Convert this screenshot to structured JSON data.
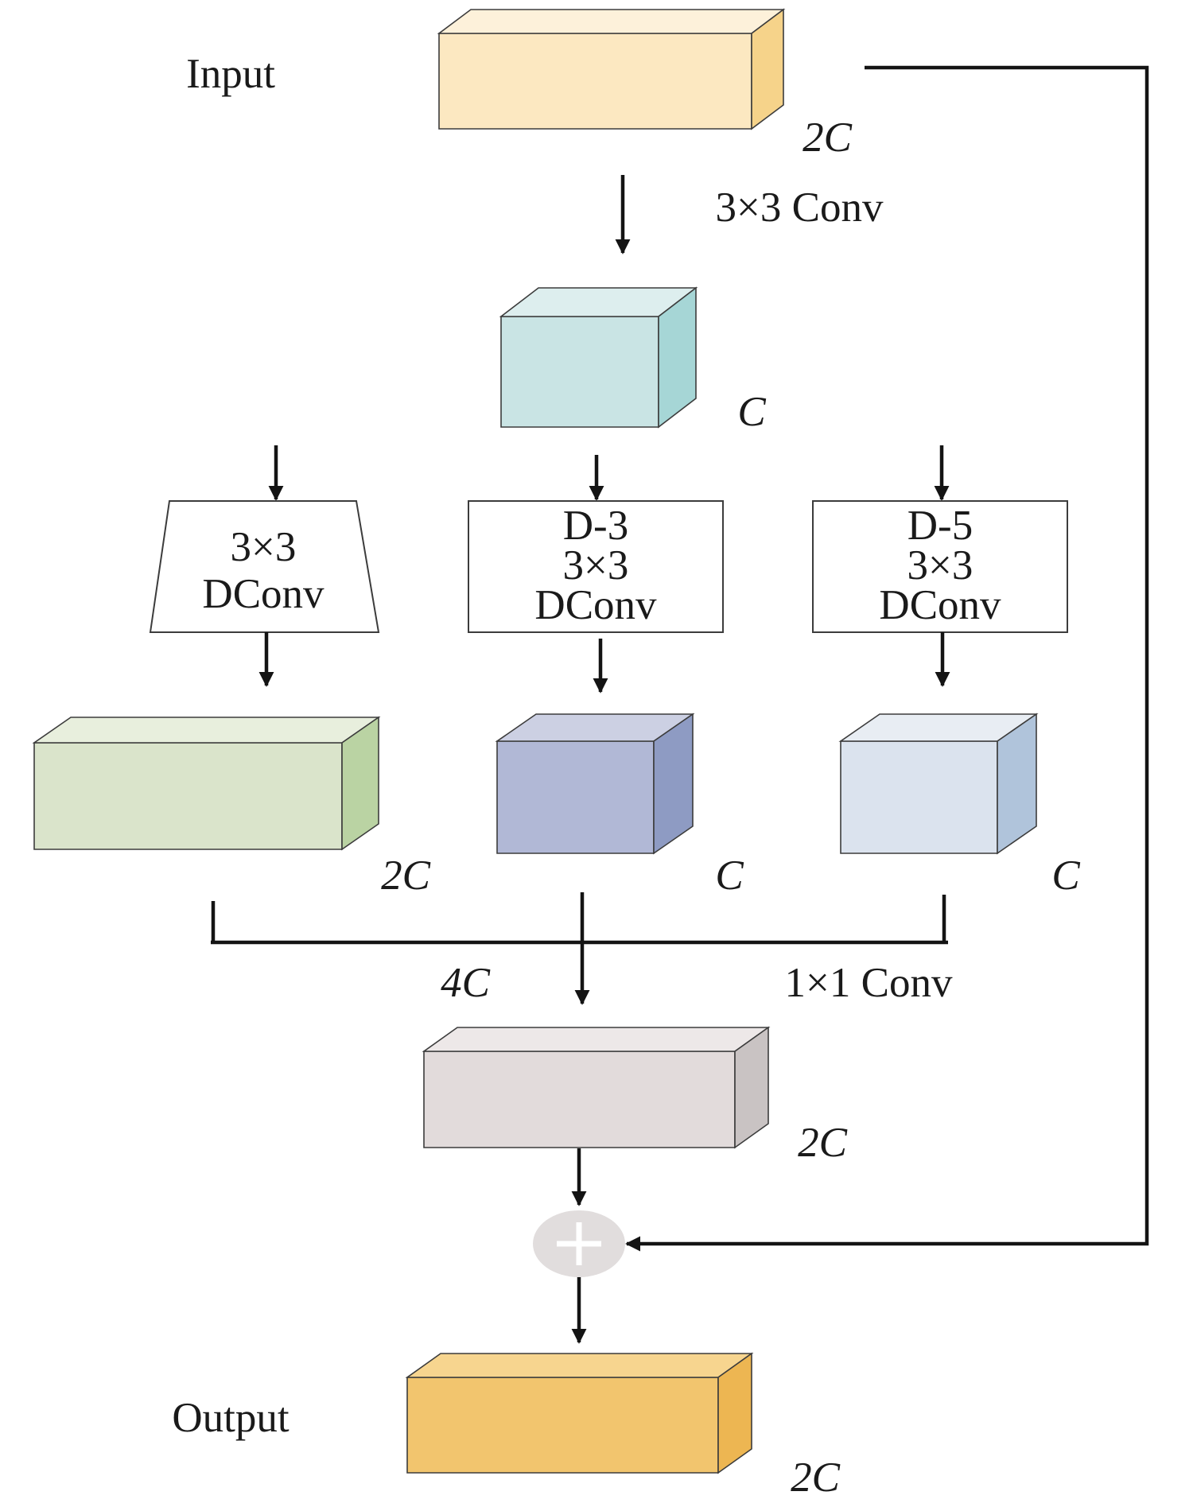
{
  "labels": {
    "input": "Input",
    "output": "Output",
    "conv3x3": "3×3 Conv",
    "conv1x1": "1×1 Conv",
    "concat_channels": "4C"
  },
  "blocks": {
    "input": {
      "channels": "2C",
      "colors": {
        "front": "#FCE8C1",
        "top": "#FDF1DA",
        "side": "#F6D38A"
      }
    },
    "reduced": {
      "channels": "C",
      "colors": {
        "front": "#C9E4E4",
        "top": "#DDEEEE",
        "side": "#A6D6D6"
      }
    },
    "branch1_out": {
      "channels": "2C",
      "colors": {
        "front": "#DAE4CB",
        "top": "#E8EFDD",
        "side": "#BAD3A3"
      }
    },
    "branch2_out": {
      "channels": "C",
      "colors": {
        "front": "#B1B8D6",
        "top": "#CCD0E3",
        "side": "#8E9BC3"
      }
    },
    "branch3_out": {
      "channels": "C",
      "colors": {
        "front": "#DBE3EE",
        "top": "#E8EDF3",
        "side": "#B0C4DB"
      }
    },
    "fused": {
      "channels": "2C",
      "colors": {
        "front": "#E2DBDB",
        "top": "#EDE8E8",
        "side": "#C9C3C3"
      }
    },
    "output": {
      "channels": "2C",
      "colors": {
        "front": "#F2C56E",
        "top": "#F7D58F",
        "side": "#EDB652"
      }
    }
  },
  "ops": {
    "branch1": {
      "lines": [
        "3×3",
        "DConv"
      ]
    },
    "branch2": {
      "lines": [
        "D-3",
        "3×3",
        "DConv"
      ]
    },
    "branch3": {
      "lines": [
        "D-5",
        "3×3",
        "DConv"
      ]
    }
  },
  "add_node": {
    "symbol": "+",
    "color": "#E1DDDD"
  },
  "edge_color": "#141414"
}
